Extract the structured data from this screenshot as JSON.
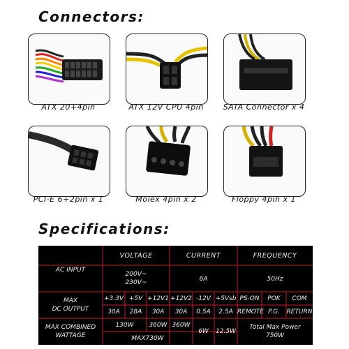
{
  "connectors_title": "Connectors:",
  "specifications_title": "Specifications:",
  "connectors": [
    {
      "caption": "ATX 20+4pin",
      "icon": "atx-24pin-connector"
    },
    {
      "caption": "ATX 12V CPU 4pin",
      "icon": "atx-12v-4pin-connector"
    },
    {
      "caption": "SATA Connector x 4",
      "icon": "sata-connector"
    },
    {
      "caption": "PCI-E 6+2pin x 1",
      "icon": "pcie-6-2pin-connector"
    },
    {
      "caption": "Molex 4pin x 2",
      "icon": "molex-connector"
    },
    {
      "caption": "Floppy 4pin x 1",
      "icon": "floppy-connector"
    }
  ],
  "spec": {
    "headers": {
      "voltage": "VOLTAGE",
      "current": "CURRENT",
      "frequency": "FREQUENCY"
    },
    "ac_input": {
      "label": "AC INPUT",
      "voltage_line1": "200V~",
      "voltage_line2": "230V~",
      "current": "6A",
      "frequency": "50Hz"
    },
    "max_dc_output": {
      "label_line1": "MAX",
      "label_line2": "DC OUTPUT",
      "rails": [
        "+3.3V",
        "+5V",
        "+12V1",
        "+12V2",
        "-12V",
        "+5Vsb",
        "PS-ON",
        "POK",
        "COM"
      ],
      "values": [
        "30A",
        "28A",
        "30A",
        "30A",
        "0.5A",
        "2.5A",
        "REMOTE",
        "P.G.",
        "RETURN"
      ]
    },
    "max_combined": {
      "label_line1": "MAX COMBINED",
      "label_line2": "WATTAGE",
      "w_3v3_5v": "130W",
      "w_12v1": "360W",
      "w_12v2": "360W",
      "w_neg12": "6W",
      "w_5vsb": "12.5W",
      "total_line1": "Total Max Power",
      "total_line2": "750W",
      "sub_total": "MAX730W"
    },
    "accent_color": "#d11f24"
  }
}
